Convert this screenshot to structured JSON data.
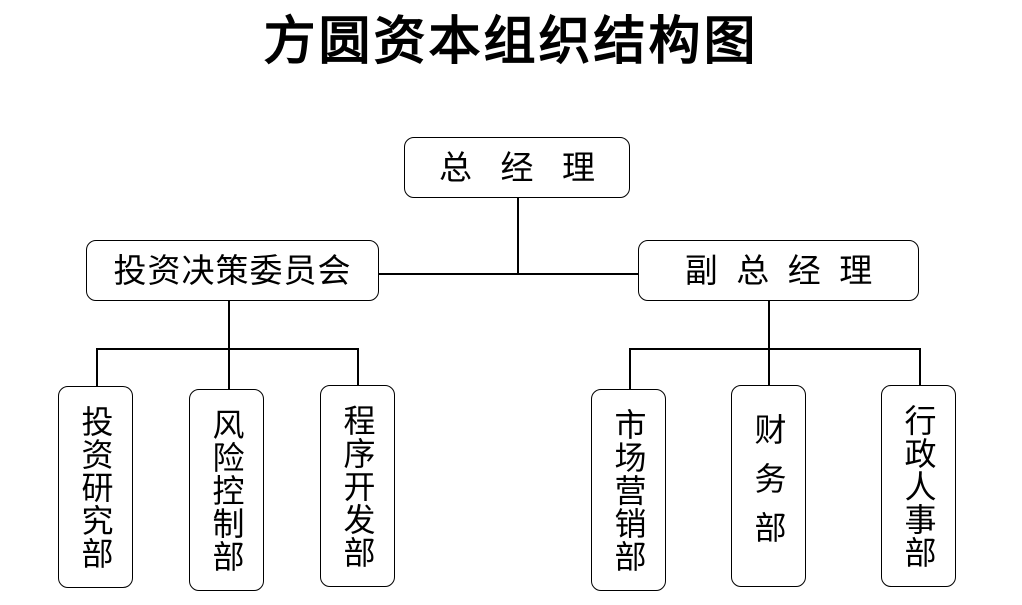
{
  "title": "方圆资本组织结构图",
  "nodes": {
    "general_manager": "总 经 理",
    "investment_committee": "投资决策委员会",
    "deputy_general_manager": "副 总 经 理",
    "investment_research": "投资研究部",
    "risk_control": "风险控制部",
    "program_development": "程序开发部",
    "marketing": "市场营销部",
    "finance": "财务部",
    "administration_hr": "行政人事部"
  }
}
